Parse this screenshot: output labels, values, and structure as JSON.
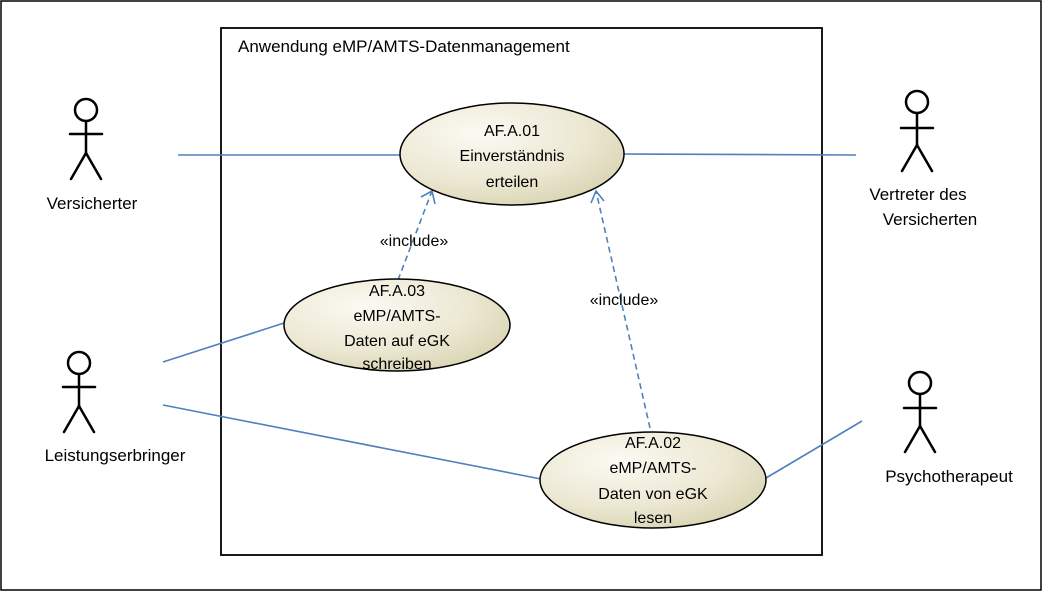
{
  "system": {
    "title": "Anwendung  eMP/AMTS-Datenmanagement"
  },
  "actors": [
    {
      "id": "versicherter",
      "lines": [
        "Versicherter"
      ]
    },
    {
      "id": "vertreter",
      "lines": [
        "Vertreter des",
        "Versicherten"
      ]
    },
    {
      "id": "leistungserbringer",
      "lines": [
        "Leistungserbringer"
      ]
    },
    {
      "id": "psychotherapeut",
      "lines": [
        "Psychotherapeut"
      ]
    }
  ],
  "use_cases": [
    {
      "id": "af-a-01",
      "lines": [
        "AF.A.01",
        "Einverständnis",
        "erteilen"
      ]
    },
    {
      "id": "af-a-03",
      "lines": [
        "AF.A.03",
        "eMP/AMTS-",
        "Daten auf eGK",
        "schreiben"
      ]
    },
    {
      "id": "af-a-02",
      "lines": [
        "AF.A.02",
        "eMP/AMTS-",
        "Daten von eGK",
        "lesen"
      ]
    }
  ],
  "relations": {
    "include_label_1": "«include»",
    "include_label_2": "«include»"
  },
  "colors": {
    "line": "#4f81bd",
    "ellipse_stroke": "#000000",
    "ellipse_fill_light": "#fbfaf3",
    "ellipse_fill_dark": "#d5cfaa",
    "border": "#000000"
  }
}
